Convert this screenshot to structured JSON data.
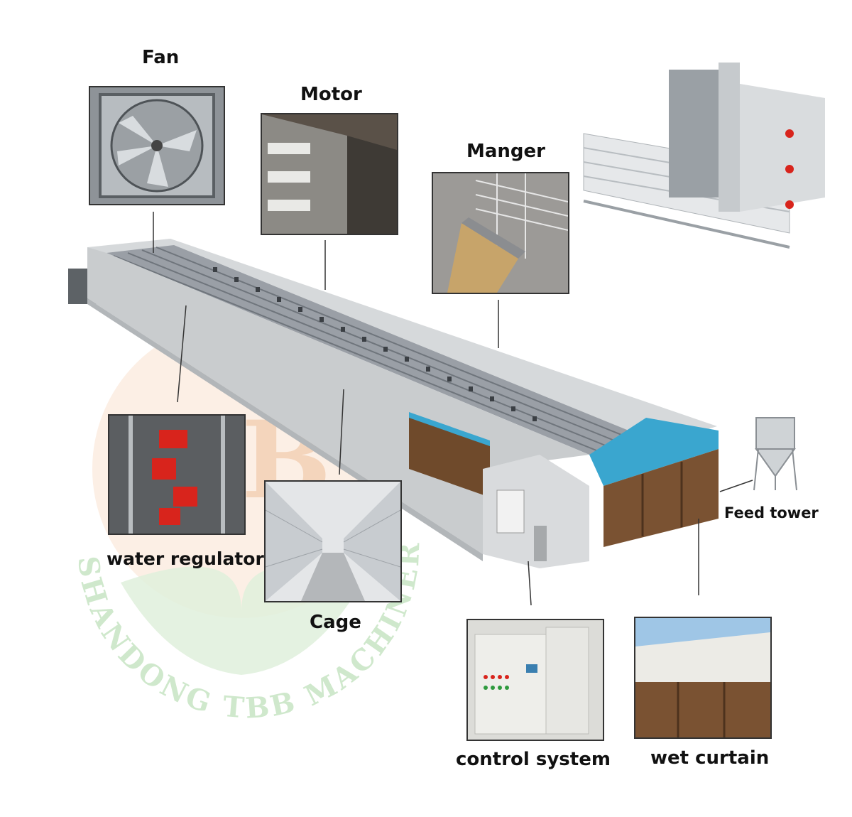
{
  "watermark": {
    "logo_letters": "BB",
    "company": "SHANDONG TBB MACHINERY",
    "colors": {
      "orange": "#f6d9c4",
      "green": "#cfe8cc"
    }
  },
  "components": {
    "fan": "Fan",
    "motor": "Motor",
    "manger": "Manger",
    "water_regulator": "water regulator",
    "cage": "Cage",
    "feed_tower": "Feed tower",
    "control_system": "control system",
    "wet_curtain": "wet curtain"
  },
  "colors": {
    "house_wall": "#c9ccce",
    "roof_blue": "#3aa6cf",
    "curtain_brown": "#7a5232",
    "accent_red": "#d8241c"
  }
}
